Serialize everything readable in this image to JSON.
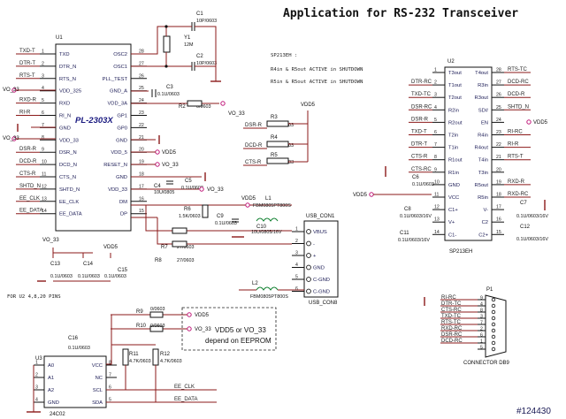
{
  "title": "Application for RS-232 Transceiver",
  "watermark": "#124430",
  "u1": {
    "ref": "U1",
    "part": "PL-2303X",
    "left_pins": [
      {
        "name": "TXD",
        "num": "1"
      },
      {
        "name": "DTR_N",
        "num": "2"
      },
      {
        "name": "RTS_N",
        "num": "3"
      },
      {
        "name": "VDD_325",
        "num": "4"
      },
      {
        "name": "RXD",
        "num": "5"
      },
      {
        "name": "RI_N",
        "num": "6"
      },
      {
        "name": "GND",
        "num": "7"
      },
      {
        "name": "VDD_33",
        "num": "8"
      },
      {
        "name": "DSR_N",
        "num": "9"
      },
      {
        "name": "DCD_N",
        "num": "10"
      },
      {
        "name": "CTS_N",
        "num": "11"
      },
      {
        "name": "SHTD_N",
        "num": "12"
      },
      {
        "name": "EE_CLK",
        "num": "13"
      },
      {
        "name": "EE_DATA",
        "num": "14"
      }
    ],
    "right_pins": [
      {
        "name": "OSC2",
        "num": "28"
      },
      {
        "name": "OSC1",
        "num": "27"
      },
      {
        "name": "PLL_TEST",
        "num": "26"
      },
      {
        "name": "GND_A",
        "num": "25"
      },
      {
        "name": "VDD_3A",
        "num": "24"
      },
      {
        "name": "GP1",
        "num": "23"
      },
      {
        "name": "GP0",
        "num": "22"
      },
      {
        "name": "GND",
        "num": "21"
      },
      {
        "name": "VDD_5",
        "num": "20"
      },
      {
        "name": "RESET_N",
        "num": "19"
      },
      {
        "name": "GND",
        "num": "18"
      },
      {
        "name": "VDD_33",
        "num": "17"
      },
      {
        "name": "DM",
        "num": "16"
      },
      {
        "name": "DP",
        "num": "15"
      }
    ]
  },
  "u1_nets": [
    "TXD-T",
    "DTR-T",
    "RTS-T",
    "",
    "RXD-R",
    "RI-R",
    "",
    "",
    "DSR-R",
    "DCD-R",
    "CTS-R",
    "SHTD_N",
    "EE_CLK",
    "EE_DATA"
  ],
  "u2": {
    "ref": "U2",
    "part": "SP213EH",
    "left_pins": [
      {
        "name": "T3out",
        "num": "1"
      },
      {
        "name": "T1out",
        "num": "2"
      },
      {
        "name": "T2out",
        "num": "3"
      },
      {
        "name": "R2in",
        "num": "4"
      },
      {
        "name": "R2out",
        "num": "5"
      },
      {
        "name": "T2in",
        "num": "6"
      },
      {
        "name": "T1in",
        "num": "7"
      },
      {
        "name": "R1out",
        "num": "8"
      },
      {
        "name": "R1in",
        "num": "9"
      },
      {
        "name": "GND",
        "num": "10"
      },
      {
        "name": "VCC",
        "num": "11"
      },
      {
        "name": "C1+",
        "num": "12"
      },
      {
        "name": "V+",
        "num": "13"
      },
      {
        "name": "C1-",
        "num": "14"
      }
    ],
    "right_pins": [
      {
        "name": "T4out",
        "num": "28"
      },
      {
        "name": "R3in",
        "num": "27"
      },
      {
        "name": "R3out",
        "num": "26"
      },
      {
        "name": "SD#",
        "num": "25"
      },
      {
        "name": "EN",
        "num": "24"
      },
      {
        "name": "R4in",
        "num": "23"
      },
      {
        "name": "R4out",
        "num": "22"
      },
      {
        "name": "T4in",
        "num": "21"
      },
      {
        "name": "T3in",
        "num": "20"
      },
      {
        "name": "R5out",
        "num": "19"
      },
      {
        "name": "R5in",
        "num": "18"
      },
      {
        "name": "V-",
        "num": "17"
      },
      {
        "name": "C2",
        "num": "16"
      },
      {
        "name": "C2+",
        "num": "15"
      }
    ]
  },
  "u2_left_nets": [
    "",
    "DTR-RC",
    "TXD-TC",
    "DSR-RC",
    "DSR-R",
    "TXD-T",
    "DTR-T",
    "CTS-R",
    "CTS-RC",
    "",
    "",
    "",
    "",
    ""
  ],
  "u2_right_nets": [
    "RTS-TC",
    "DCD-RC",
    "DCD-R",
    "SHTD_N",
    "",
    "RI-RC",
    "RI-R",
    "RTS-T",
    "",
    "RXD-R",
    "RXD-RC",
    "",
    "",
    ""
  ],
  "u3": {
    "ref": "U3",
    "part": "24C02",
    "left_pins": [
      {
        "name": "A0",
        "num": "1"
      },
      {
        "name": "A1",
        "num": "2"
      },
      {
        "name": "A2",
        "num": "3"
      },
      {
        "name": "GND",
        "num": "4"
      }
    ],
    "right_pins": [
      {
        "name": "VCC",
        "num": "8"
      },
      {
        "name": "NC",
        "num": "7"
      },
      {
        "name": "SCL",
        "num": "6"
      },
      {
        "name": "SDA",
        "num": "5"
      }
    ]
  },
  "p1": {
    "ref": "P1",
    "part": "CONNECTOR DB9",
    "nets": [
      "RI-RC",
      "DTR-TC",
      "CTS-RC",
      "TXD-TC",
      "RTS-TC",
      "RXD-RC",
      "DSR-RC",
      "DCD-RC"
    ],
    "pins": [
      "9",
      "4",
      "8",
      "3",
      "7",
      "2",
      "6",
      "1",
      "5"
    ]
  },
  "usb": {
    "ref": "USB_CON1",
    "part": "USB_CON8",
    "pins": [
      "VBUS",
      "-",
      "+",
      "GND",
      "C-GND",
      "C-GND"
    ],
    "nums": [
      "1",
      "2",
      "3",
      "4",
      "5",
      "6"
    ]
  },
  "notes": {
    "u2_head": "SP213EH :",
    "u2_line1": "R4in & R5out ACTIVE in SHUTDOWN",
    "u2_line2": "R5in & R5out ACTIVE in SHUTDOWN",
    "power_note": "FOR U2  4,8,20 PINS",
    "eeprom_line1": "VDD5 or VO_33",
    "eeprom_line2": "depend on EEPROM"
  },
  "components": {
    "c1": {
      "ref": "C1",
      "val": "10P/0603"
    },
    "c2": {
      "ref": "C2",
      "val": "10P/0603"
    },
    "y1": {
      "ref": "Y1",
      "val": "12M"
    },
    "c3": {
      "ref": "C3",
      "val": "0.1U/0603"
    },
    "r2": {
      "ref": "R2",
      "val": "0/0603"
    },
    "c4": {
      "ref": "C4",
      "val": "10U/0805"
    },
    "c5": {
      "ref": "C5",
      "val": "0.1U/0603"
    },
    "r6": {
      "ref": "R6",
      "val": "1.5K/0603"
    },
    "r7": {
      "ref": "R7",
      "val": "27/0603"
    },
    "r8": {
      "ref": "R8",
      "val": "27/0603"
    },
    "c9": {
      "ref": "C9",
      "val": "0.1U/0603"
    },
    "c10": {
      "ref": "C10",
      "val": "10U/0805/16V"
    },
    "l1": {
      "ref": "L1",
      "val": "FBM0805PT800S"
    },
    "l2": {
      "ref": "L2",
      "val": "FBM0805PT800S"
    },
    "r3": {
      "ref": "R3",
      "val": "220K/0603"
    },
    "r4": {
      "ref": "R4",
      "val": "220K/0603"
    },
    "r5": {
      "ref": "R5",
      "val": "220K/0603"
    },
    "c6": {
      "ref": "C6",
      "val": "0.1U/0603"
    },
    "c7": {
      "ref": "C7",
      "val": "0.1U/0603/16V"
    },
    "c8": {
      "ref": "C8",
      "val": "0.1U/0603/16V"
    },
    "c11": {
      "ref": "C11",
      "val": "0.1U/0603/16V"
    },
    "c12": {
      "ref": "C12",
      "val": "0.1U/0603/16V"
    },
    "c13": {
      "ref": "C13",
      "val": "0.1U/0603"
    },
    "c14": {
      "ref": "C14",
      "val": "0.1U/0603"
    },
    "c15": {
      "ref": "C15",
      "val": "0.1U/0603"
    },
    "c16": {
      "ref": "C16",
      "val": "0.1U/0603"
    },
    "r9": {
      "ref": "R9",
      "val": "0/0603"
    },
    "r10": {
      "ref": "R10",
      "val": "0/0603"
    },
    "r11": {
      "ref": "R11",
      "val": "4.7K/0603"
    },
    "r12": {
      "ref": "R12",
      "val": "4.7K/0603"
    }
  },
  "nets": {
    "vo33": "VO_33",
    "vdd5": "VDD5",
    "dsr_r": "DSR-R",
    "dcd_r": "DCD-R",
    "cts_r": "CTS-R",
    "ee_clk": "EE_CLK",
    "ee_data": "EE_DATA"
  }
}
